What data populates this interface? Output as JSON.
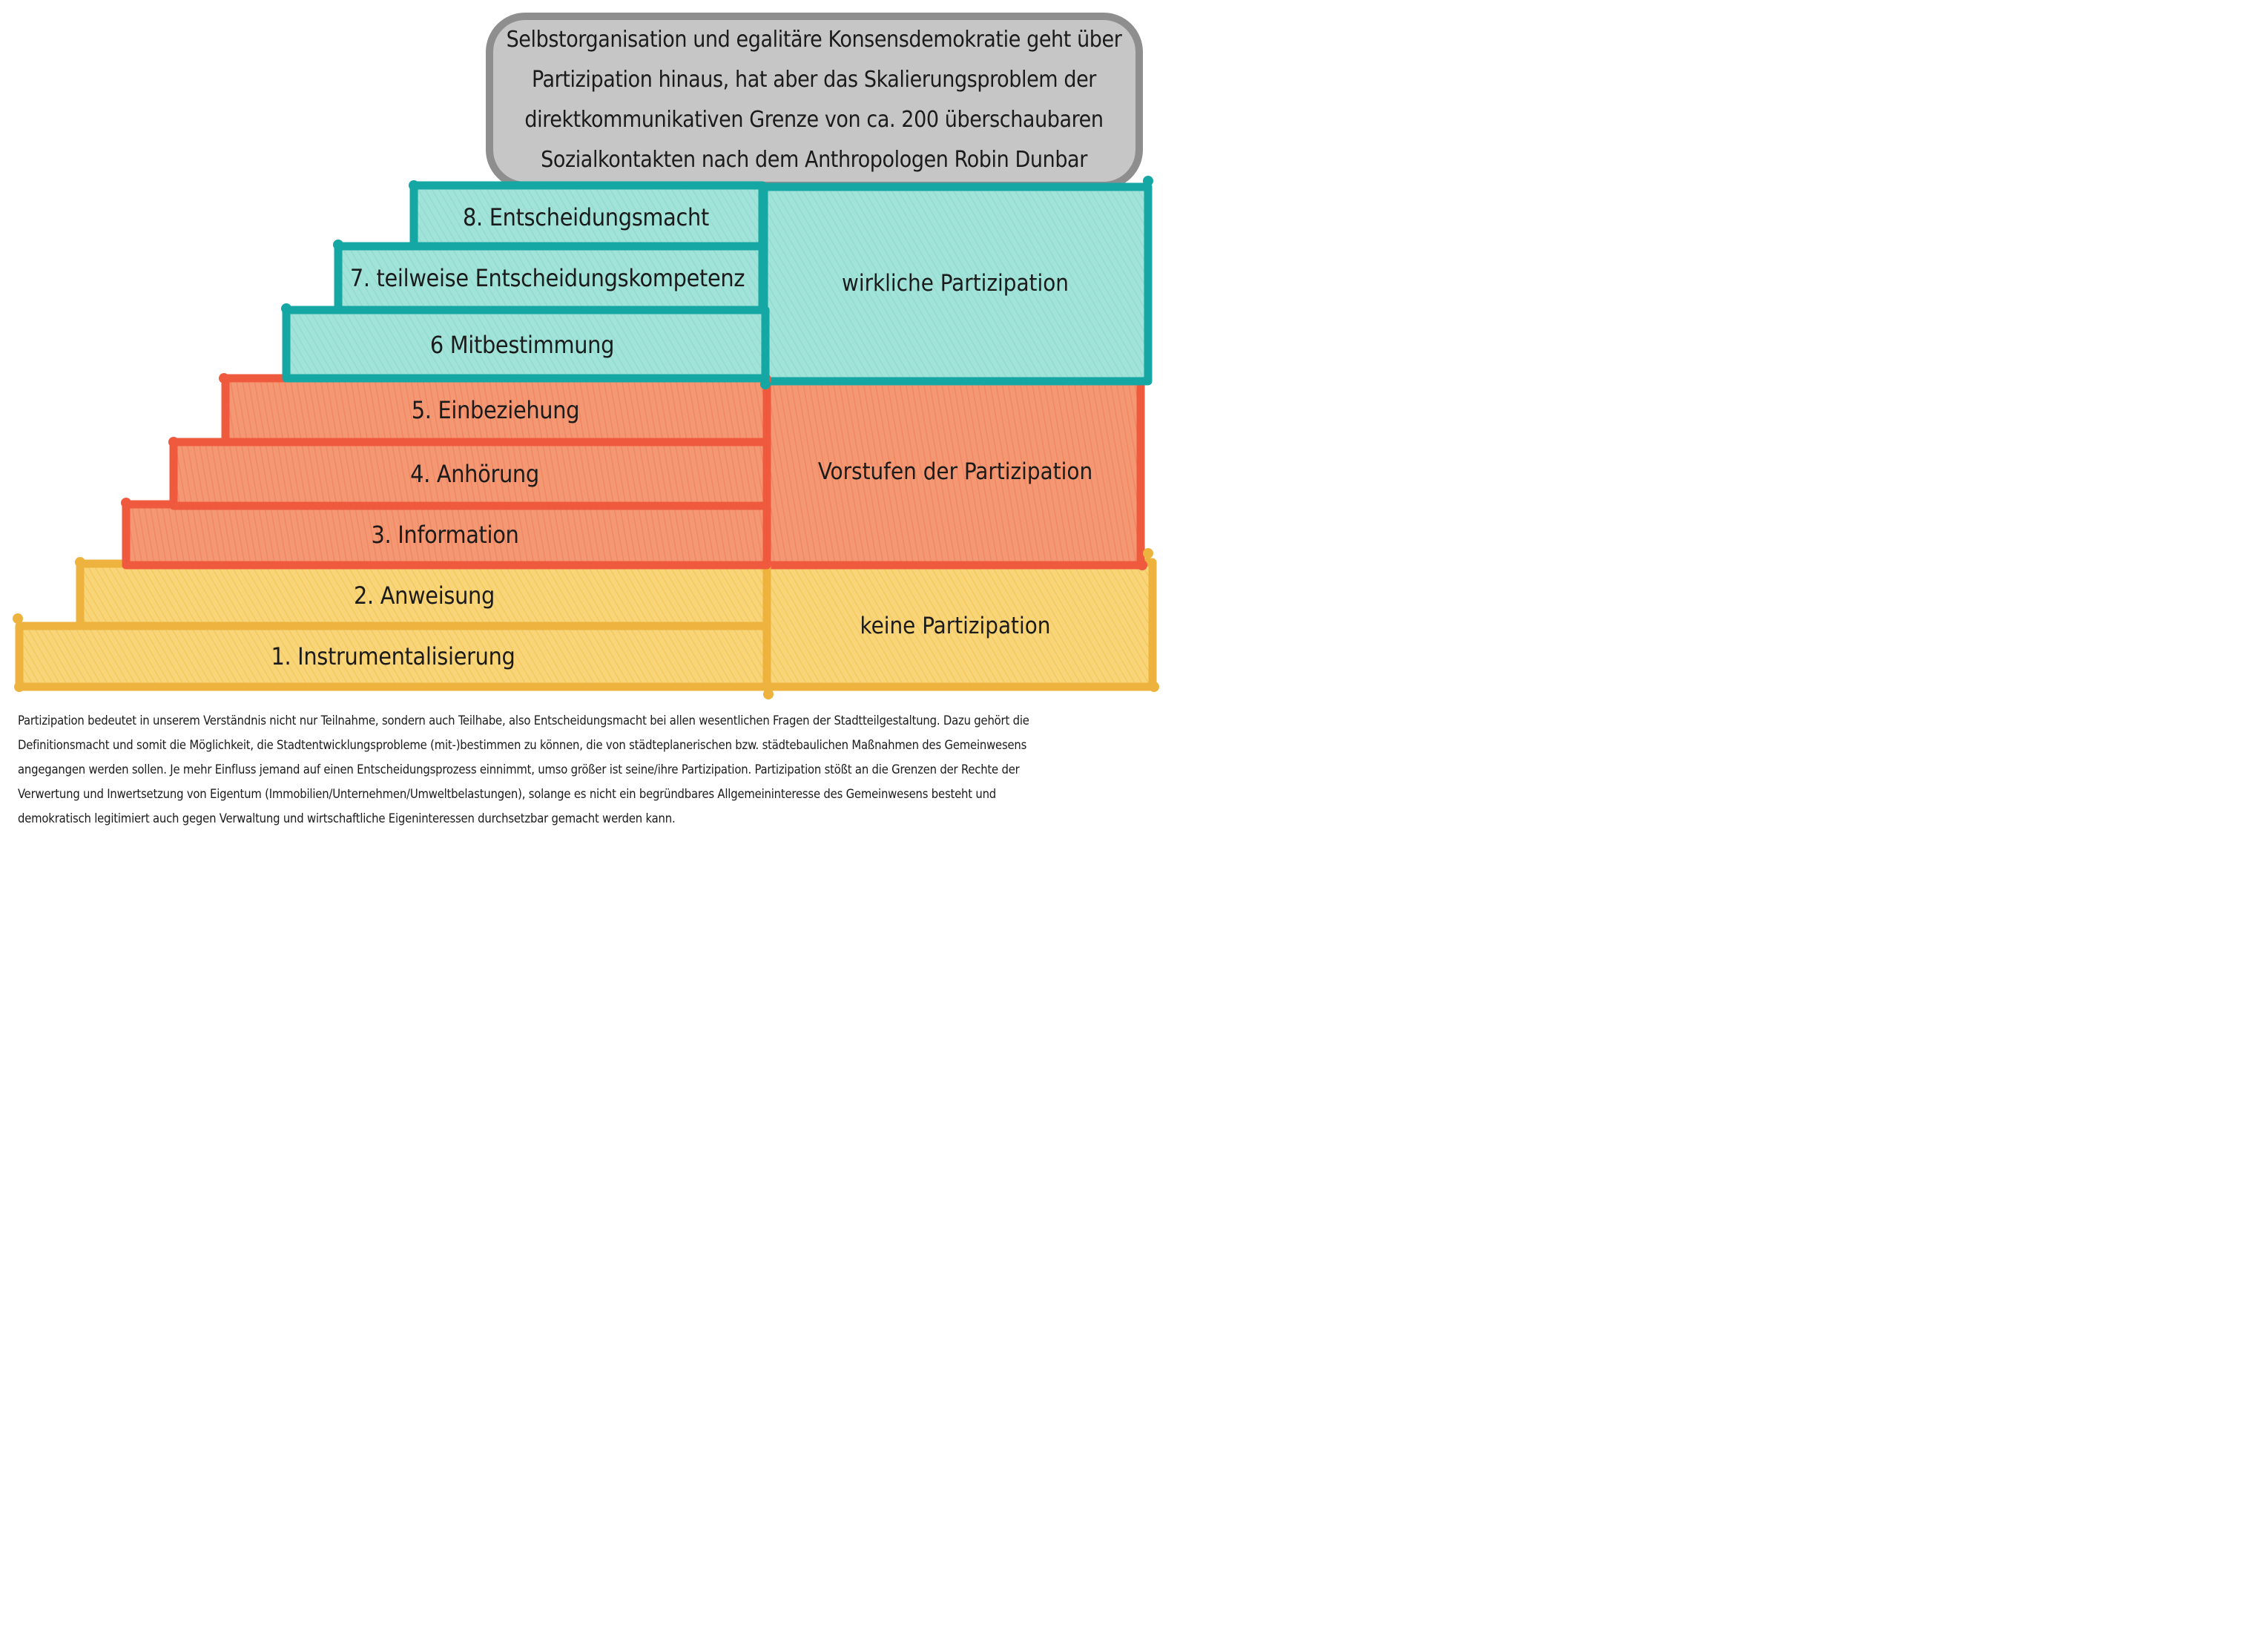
{
  "colors": {
    "yellow_fill": "#f9d57a",
    "yellow_stroke": "#edb33e",
    "orange_fill": "#f49873",
    "orange_stroke": "#ef5a3f",
    "teal_fill": "#a1e3d9",
    "teal_stroke": "#14a7a4",
    "note_fill": "#c6c6c6",
    "note_stroke": "#8e8e8e"
  },
  "note": {
    "lines": [
      "Selbstorganisation und egalitäre Konsensdemokratie geht über",
      "Partizipation hinaus, hat aber das Skalierungsproblem der",
      "direktkommunikativen Grenze von ca.  200 überschaubaren",
      "Sozialkontakten nach dem Anthropologen Robin Dunbar"
    ]
  },
  "steps": [
    {
      "label": "1. Instrumentalisierung",
      "group": "yellow"
    },
    {
      "label": "2. Anweisung",
      "group": "yellow"
    },
    {
      "label": "3. Information",
      "group": "orange"
    },
    {
      "label": "4. Anhörung",
      "group": "orange"
    },
    {
      "label": "5. Einbeziehung",
      "group": "orange"
    },
    {
      "label": "6 Mitbestimmung",
      "group": "teal"
    },
    {
      "label": "7. teilweise Entscheidungskompetenz",
      "group": "teal"
    },
    {
      "label": "8. Entscheidungsmacht",
      "group": "teal"
    }
  ],
  "categories": [
    {
      "label": "keine Partizipation",
      "group": "yellow"
    },
    {
      "label": "Vorstufen der Partizipation",
      "group": "orange"
    },
    {
      "label": "wirkliche Partizipation",
      "group": "teal"
    }
  ],
  "footnote": {
    "lines": [
      "Partizipation bedeutet in unserem Verständnis nicht nur Teilnahme, sondern auch Teilhabe, also Entscheidungsmacht bei allen wesentlichen Fragen der Stadtteilgestaltung. Dazu gehört die",
      "Definitionsmacht und somit die Möglichkeit, die Stadtentwicklungsprobleme (mit-)bestimmen zu können, die von städteplanerischen bzw. städtebaulichen  Maßnahmen des Gemeinwesens",
      "angegangen werden sollen. Je mehr Einfluss jemand auf einen Entscheidungsprozess einnimmt, umso größer ist seine/ihre Partizipation. Partizipation stößt an die Grenzen der Rechte der",
      "Verwertung und Inwertsetzung von Eigentum (Immobilien/Unternehmen/Umweltbelastungen), solange es nicht ein begründbares Allgemeininteresse des Gemeinwesens besteht und",
      "demokratisch legitimiert auch gegen Verwaltung und wirtschaftliche Eigeninteressen durchsetzbar gemacht werden kann."
    ]
  }
}
